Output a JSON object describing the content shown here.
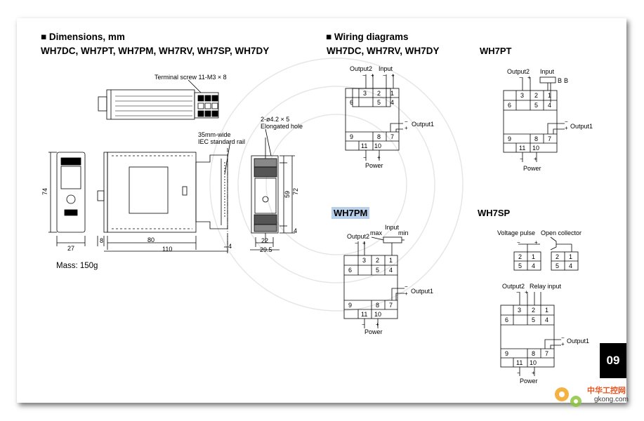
{
  "dimensions": {
    "heading": "Dimensions, mm",
    "models": "WH7DC, WH7PT, WH7PM, WH7RV, WH7SP, WH7DY",
    "terminal_screw": "Terminal screw 11-M3 × 8",
    "rail_line1": "35mm-wide",
    "rail_line2": "IEC standard rail",
    "hole_line1": "2-ø4.2 × 5",
    "hole_line2": "Elongated hole",
    "dim_74": "74",
    "dim_27": "27",
    "dim_8": "8",
    "dim_80": "80",
    "dim_110": "110",
    "dim_4": "4",
    "dim_72": "72",
    "dim_59": "59",
    "dim_22": "22",
    "dim_29_5": "29.5",
    "mass": "Mass: 150g"
  },
  "wiring": {
    "heading": "Wiring diagrams",
    "models_main": "WH7DC, WH7RV, WH7DY",
    "wh7pt": "WH7PT",
    "wh7pm": "WH7PM",
    "wh7sp": "WH7SP",
    "output2": "Output2",
    "output1": "Output1",
    "input": "Input",
    "power": "Power",
    "relay_input": "Relay input",
    "voltage_pulse": "Voltage pulse",
    "open_collector": "Open collector",
    "max": "max",
    "min": "min",
    "b": "B",
    "minus": "−",
    "plus": "+",
    "t1": "1",
    "t2": "2",
    "t3": "3",
    "t4": "4",
    "t5": "5",
    "t6": "6",
    "t7": "7",
    "t8": "8",
    "t9": "9",
    "t10": "10",
    "t11": "11"
  },
  "page_number": "09",
  "watermark": {
    "line1": "中华工控网",
    "line2": "gkong.com"
  }
}
